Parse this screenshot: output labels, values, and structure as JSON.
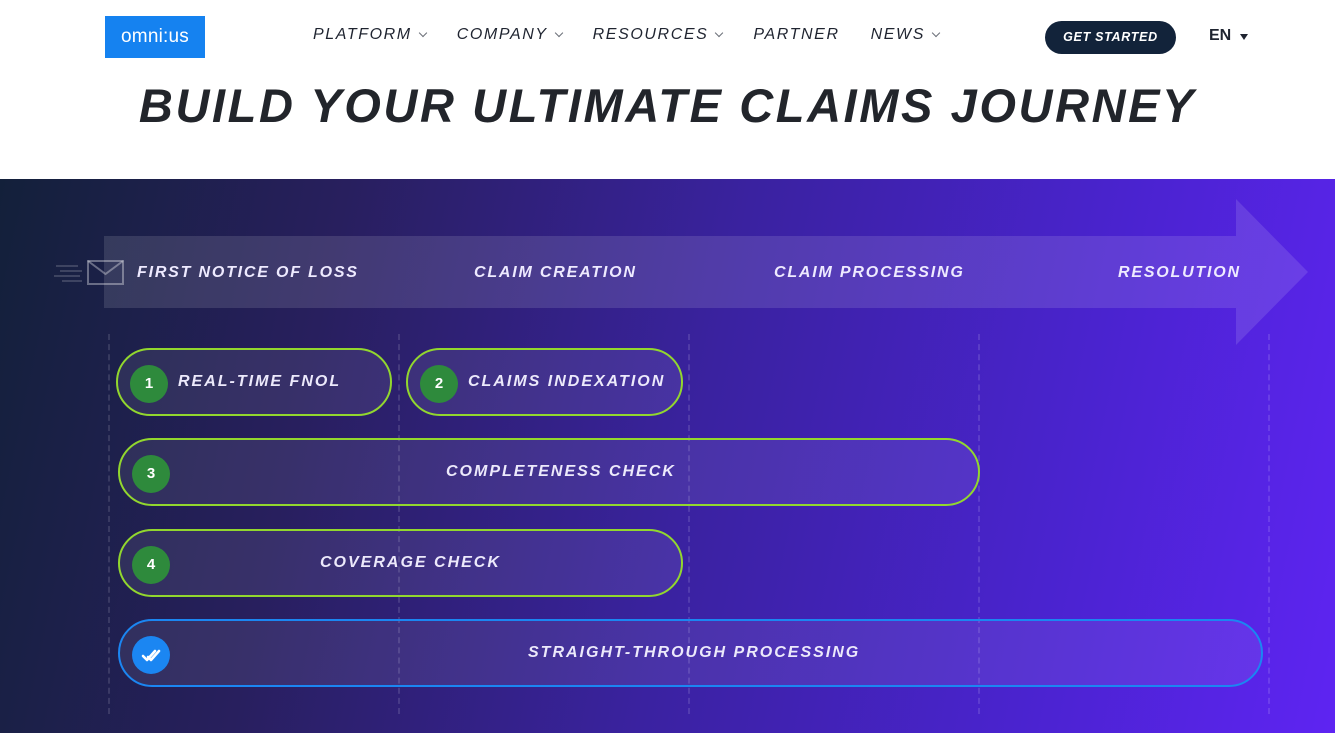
{
  "header": {
    "logo_text": "omni:us",
    "nav": [
      {
        "label": "PLATFORM",
        "has_dropdown": true
      },
      {
        "label": "COMPANY",
        "has_dropdown": true
      },
      {
        "label": "RESOURCES",
        "has_dropdown": true
      },
      {
        "label": "PARTNER",
        "has_dropdown": false
      },
      {
        "label": "NEWS",
        "has_dropdown": true
      }
    ],
    "cta_label": "GET STARTED",
    "language": "EN"
  },
  "headline": "BUILD YOUR ULTIMATE CLAIMS JOURNEY",
  "journey": {
    "stages": [
      "FIRST NOTICE OF LOSS",
      "CLAIM CREATION",
      "CLAIM PROCESSING",
      "RESOLUTION"
    ],
    "steps": [
      {
        "number": "1",
        "label": "REAL-TIME FNOL"
      },
      {
        "number": "2",
        "label": "CLAIMS INDEXATION"
      },
      {
        "number": "3",
        "label": "COMPLETENESS CHECK"
      },
      {
        "number": "4",
        "label": "COVERAGE CHECK"
      }
    ],
    "final_step": {
      "label": "STRAIGHT-THROUGH PROCESSING",
      "icon": "double-check-icon"
    }
  },
  "colors": {
    "logo_blue": "#1582f0",
    "cta_navy": "#12233a",
    "step_border_green": "#92d72e",
    "badge_green": "#2e8a3c",
    "final_blue": "#1b86f2",
    "gradient_start": "#13203a",
    "gradient_end": "#5e24f2"
  }
}
